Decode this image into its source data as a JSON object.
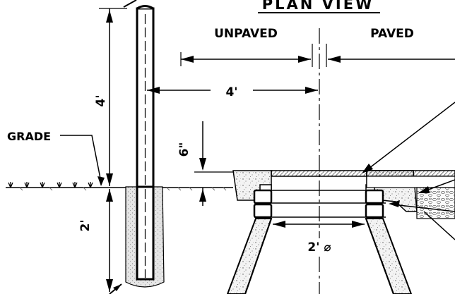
{
  "title": "PLAN VIEW",
  "labels": {
    "unpaved": "UNPAVED",
    "paved": "PAVED",
    "grade": "GRADE"
  },
  "dimensions": {
    "post_height": "4'",
    "post_offset": "4'",
    "gap": "6\"",
    "embed_depth": "2'",
    "diameter": "2' ⌀"
  }
}
